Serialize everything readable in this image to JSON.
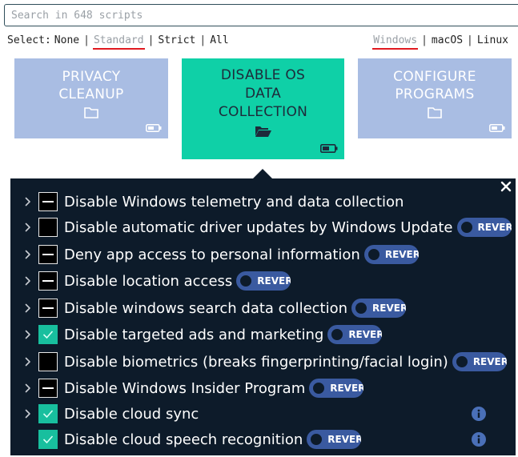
{
  "search": {
    "placeholder": "Search in 648 scripts"
  },
  "select": {
    "label": "Select:",
    "options": [
      "None",
      "Standard",
      "Strict",
      "All"
    ],
    "active": "Standard"
  },
  "os": {
    "options": [
      "Windows",
      "macOS",
      "Linux"
    ],
    "active": "Windows"
  },
  "cards": [
    {
      "title_line1": "PRIVACY",
      "title_line2": "CLEANUP"
    },
    {
      "title_line1": "DISABLE OS",
      "title_line2": "DATA",
      "title_line3": "COLLECTION"
    },
    {
      "title_line1": "CONFIGURE",
      "title_line2": "PROGRAMS"
    }
  ],
  "revert_label": "REVER",
  "scripts": [
    {
      "label": "Disable Windows telemetry and data collection",
      "state": "partial",
      "revert": false
    },
    {
      "label": "Disable automatic driver updates by Windows Update",
      "state": "unchecked",
      "revert": true
    },
    {
      "label": "Deny app access to personal information",
      "state": "partial",
      "revert": true
    },
    {
      "label": "Disable location access",
      "state": "partial",
      "revert": true
    },
    {
      "label": "Disable windows search data collection",
      "state": "partial",
      "revert": true
    },
    {
      "label": "Disable targeted ads and marketing",
      "state": "checked",
      "revert": true
    },
    {
      "label": "Disable biometrics (breaks fingerprinting/facial login)",
      "state": "unchecked",
      "revert": true
    },
    {
      "label": "Disable Windows Insider Program",
      "state": "partial",
      "revert": true
    },
    {
      "label": "Disable cloud sync",
      "state": "checked",
      "revert": false
    },
    {
      "label": "Disable cloud speech recognition",
      "state": "checked",
      "revert": true
    }
  ],
  "colors": {
    "accent": "#0fd0a7",
    "card_inactive": "#a9bde3",
    "panel_bg": "#0d1b2a",
    "toggle": "#3a5aa0",
    "underline": "#e0191f"
  }
}
